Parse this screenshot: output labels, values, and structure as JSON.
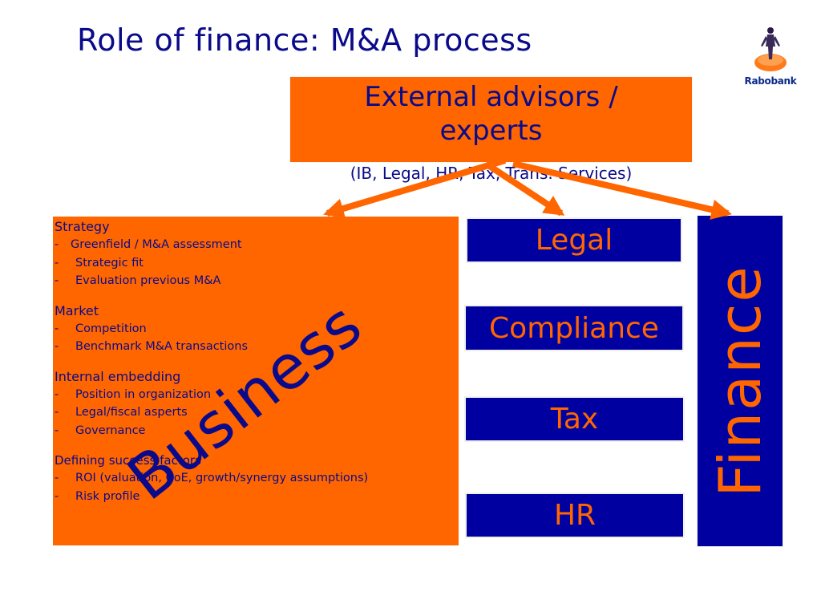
{
  "slide": {
    "title": "Role of finance: M&A process",
    "logo_text": "Rabobank"
  },
  "external": {
    "line1": "External advisors /",
    "line2": "experts",
    "subtitle": "(IB, Legal, HR, Tax, Trans. Services)"
  },
  "business": {
    "word": "Business",
    "sections": [
      {
        "heading": "Strategy",
        "items": [
          "Greenfield / M&A assessment",
          "Strategic fit",
          "Evaluation previous M&A"
        ]
      },
      {
        "heading": "Market",
        "items": [
          "Competition",
          "Benchmark M&A transactions"
        ]
      },
      {
        "heading": "Internal embedding",
        "items": [
          "Position in organization",
          "Legal/fiscal asperts",
          "Governance"
        ]
      },
      {
        "heading": "Defining success factors",
        "items": [
          "ROI (valuation, CoE, growth/synergy assumptions)",
          "Risk profile"
        ]
      }
    ]
  },
  "functions": {
    "legal": "Legal",
    "compliance": "Compliance",
    "tax": "Tax",
    "hr": "HR"
  },
  "finance": {
    "word": "Finance"
  },
  "colors": {
    "orange": "#ff6600",
    "navy": "#0000a0",
    "text_blue": "#0a0a8a"
  }
}
